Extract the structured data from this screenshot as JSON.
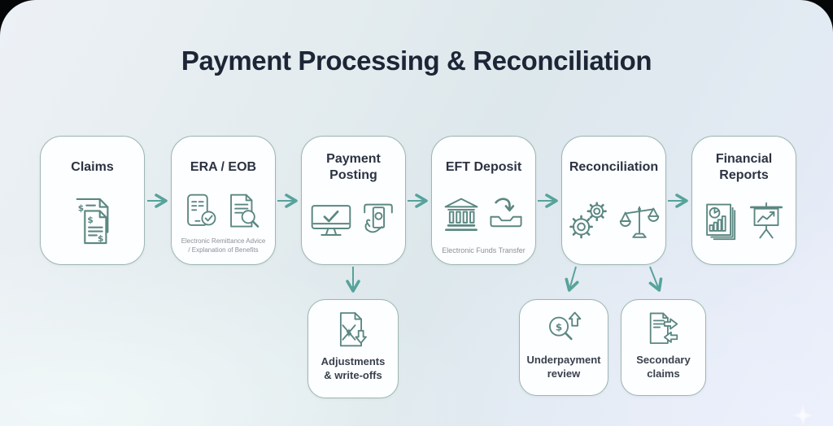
{
  "title": "Payment Processing & Reconciliation",
  "flow": {
    "main_nodes": [
      {
        "label": "Claims",
        "icons": [
          "dollar-documents-icon"
        ]
      },
      {
        "label": "ERA / EOB",
        "icons": [
          "tablet-check-icon",
          "document-magnifier-icon"
        ],
        "subtitle": "Electronic Remittance Advice\n/ Explanation of Benefits"
      },
      {
        "label": "Payment\nPosting",
        "icons": [
          "monitor-check-icon",
          "cash-insert-icon"
        ]
      },
      {
        "label": "EFT Deposit",
        "icons": [
          "bank-icon",
          "inbox-arrow-icon"
        ],
        "subtitle": "Electronic Funds Transfer"
      },
      {
        "label": "Reconciliation",
        "icons": [
          "gears-icon",
          "balance-scale-icon"
        ]
      },
      {
        "label": "Financial\nReports",
        "icons": [
          "reports-stack-icon",
          "presentation-chart-icon"
        ]
      }
    ],
    "branch_nodes": [
      {
        "label": "Adjustments\n& write-offs",
        "icons": [
          "document-writeoff-icon"
        ],
        "parent": "Payment Posting"
      },
      {
        "label": "Underpayment\nreview",
        "icons": [
          "magnifier-dollar-up-icon"
        ],
        "parent": "Reconciliation"
      },
      {
        "label": "Secondary\nclaims",
        "icons": [
          "document-exchange-icon"
        ],
        "parent": "Reconciliation"
      }
    ]
  },
  "colors": {
    "title_text": "#1d2636",
    "node_label_text": "#2b3342",
    "subtitle_text": "#8c9097",
    "node_background": "#fdfeff",
    "node_border": "#9cb6b1",
    "icon_stroke": "#5b8781",
    "arrow": "#57a39b",
    "canvas_gradient_start": "#edf1f6",
    "canvas_gradient_end": "#eaeefa"
  }
}
